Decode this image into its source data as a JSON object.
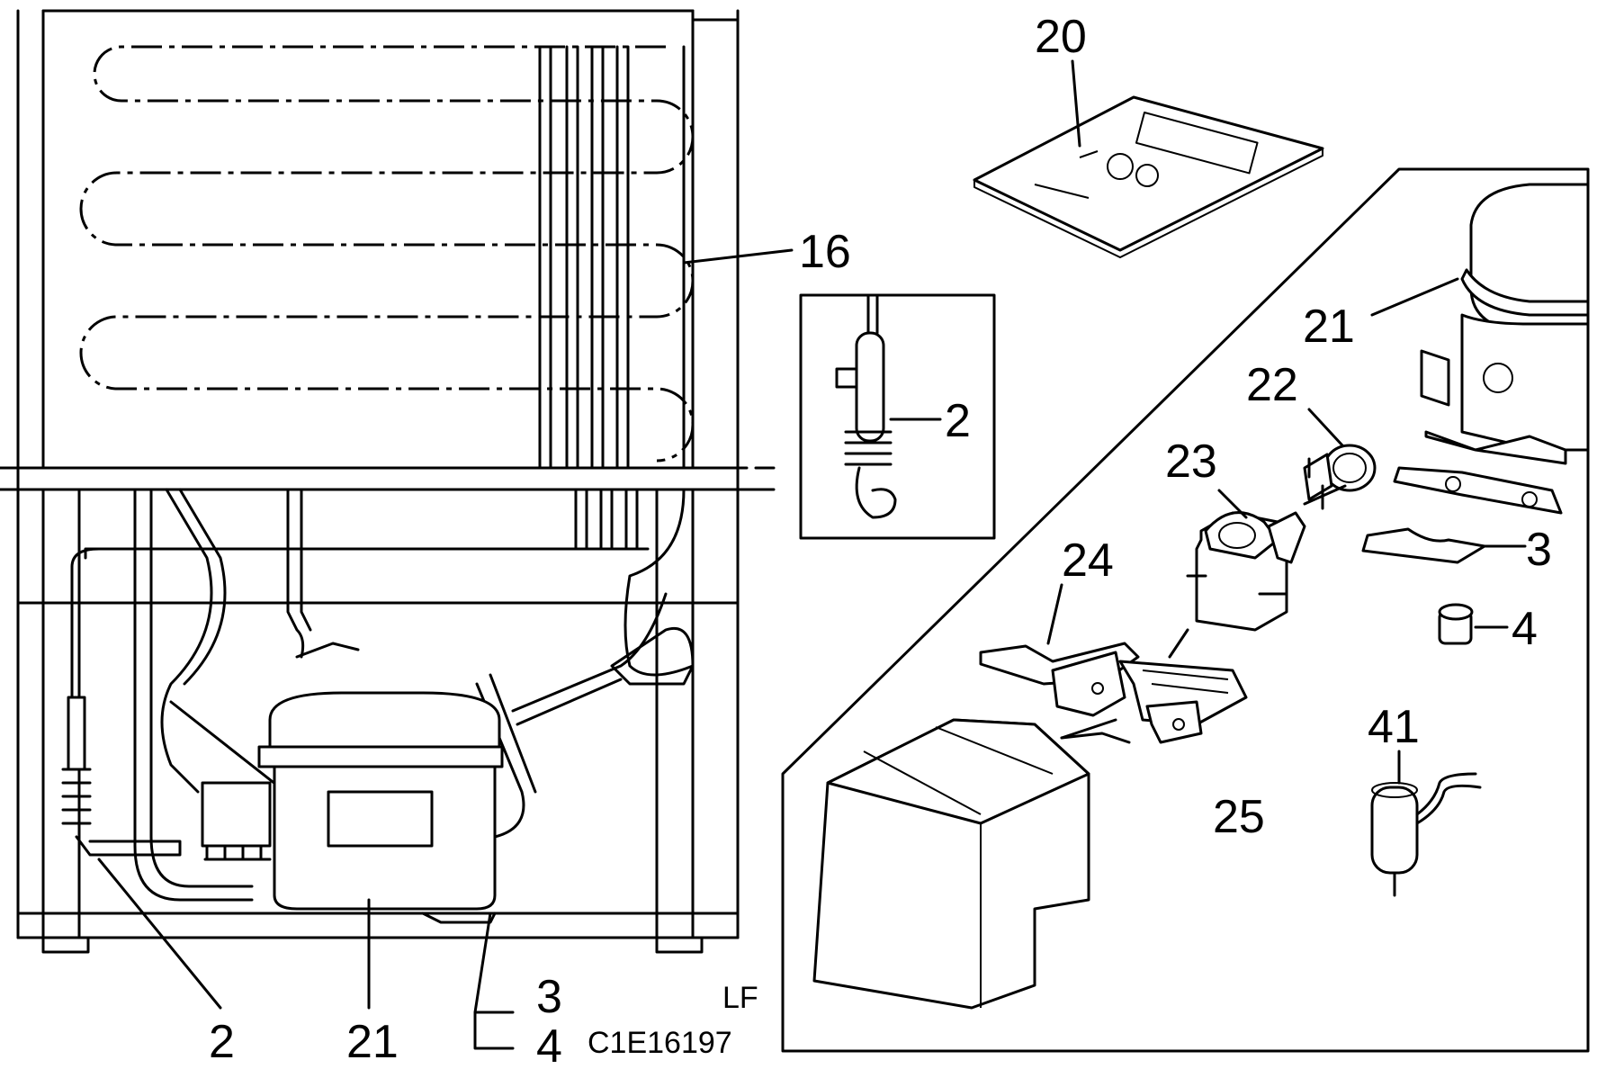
{
  "labels": {
    "evaporator_tube": "16",
    "thermostat_sensor_detail": "2",
    "thermostat_sensor_main": "2",
    "compressor_main": "21",
    "compressor_inset": "21",
    "gasket_main": "3",
    "grommet_main": "4",
    "gasket_inset": "3",
    "grommet_inset": "4",
    "manual": "20",
    "klixon": "22",
    "relay": "23",
    "relay_clamp": "24",
    "cover": "25",
    "capacitor": "41"
  },
  "footer": {
    "model_code": "LF",
    "drawing_code": "C1E16197"
  }
}
